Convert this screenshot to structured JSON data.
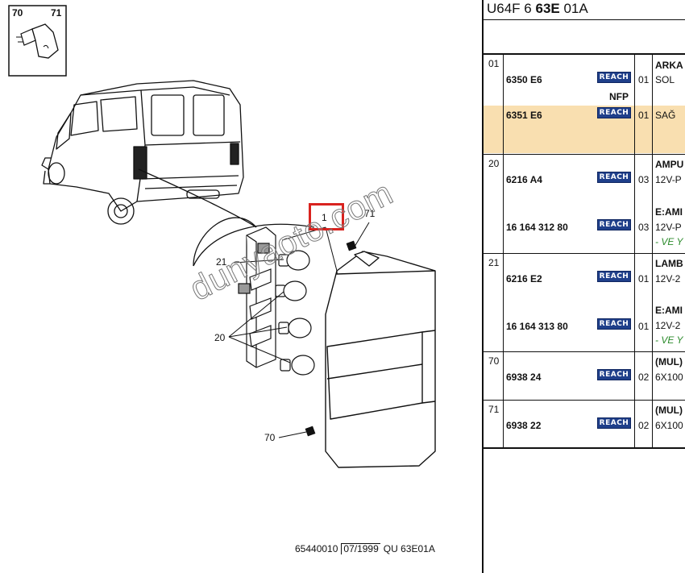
{
  "inset": {
    "label_a": "70",
    "label_b": "71"
  },
  "callouts": {
    "c1": "1",
    "c71": "71",
    "c21": "21",
    "c20": "20",
    "c70": "70"
  },
  "watermark": "dunyaoto.com",
  "footer": {
    "code": "65440010",
    "date": "07/1999",
    "ref": "QU 63E01A"
  },
  "panel": {
    "title_pre": "U64F 6 ",
    "title_bold": "63E",
    "title_post": " 01A",
    "highlight_color": "#f9dfb0",
    "reach_label": "REACH",
    "rows": [
      {
        "ref": "01",
        "pn": "6350 E6",
        "qty": "01",
        "desc_bold": "ARKA",
        "desc": "SOL",
        "nfp": "NFP"
      },
      {
        "ref": "",
        "pn": "6351 E6",
        "qty": "01",
        "desc_bold": "",
        "desc": "SAĞ"
      },
      {
        "ref": "20",
        "pn": "6216 A4",
        "qty": "03",
        "desc_bold": "AMPU",
        "desc": "12V-P"
      },
      {
        "ref": "",
        "pn": "16 164 312 80",
        "qty": "03",
        "desc_bold": "E:AMI",
        "desc": "12V-P",
        "note": "- VE Y"
      },
      {
        "ref": "21",
        "pn": "6216 E2",
        "qty": "01",
        "desc_bold": "LAMB",
        "desc": "12V-2"
      },
      {
        "ref": "",
        "pn": "16 164 313 80",
        "qty": "01",
        "desc_bold": "E:AMI",
        "desc": "12V-2",
        "note": "- VE Y"
      },
      {
        "ref": "70",
        "pn": "6938 24",
        "qty": "02",
        "desc_bold": "(MUL)",
        "desc": "6X100"
      },
      {
        "ref": "71",
        "pn": "6938 22",
        "qty": "02",
        "desc_bold": "(MUL)",
        "desc": "6X100"
      }
    ]
  }
}
